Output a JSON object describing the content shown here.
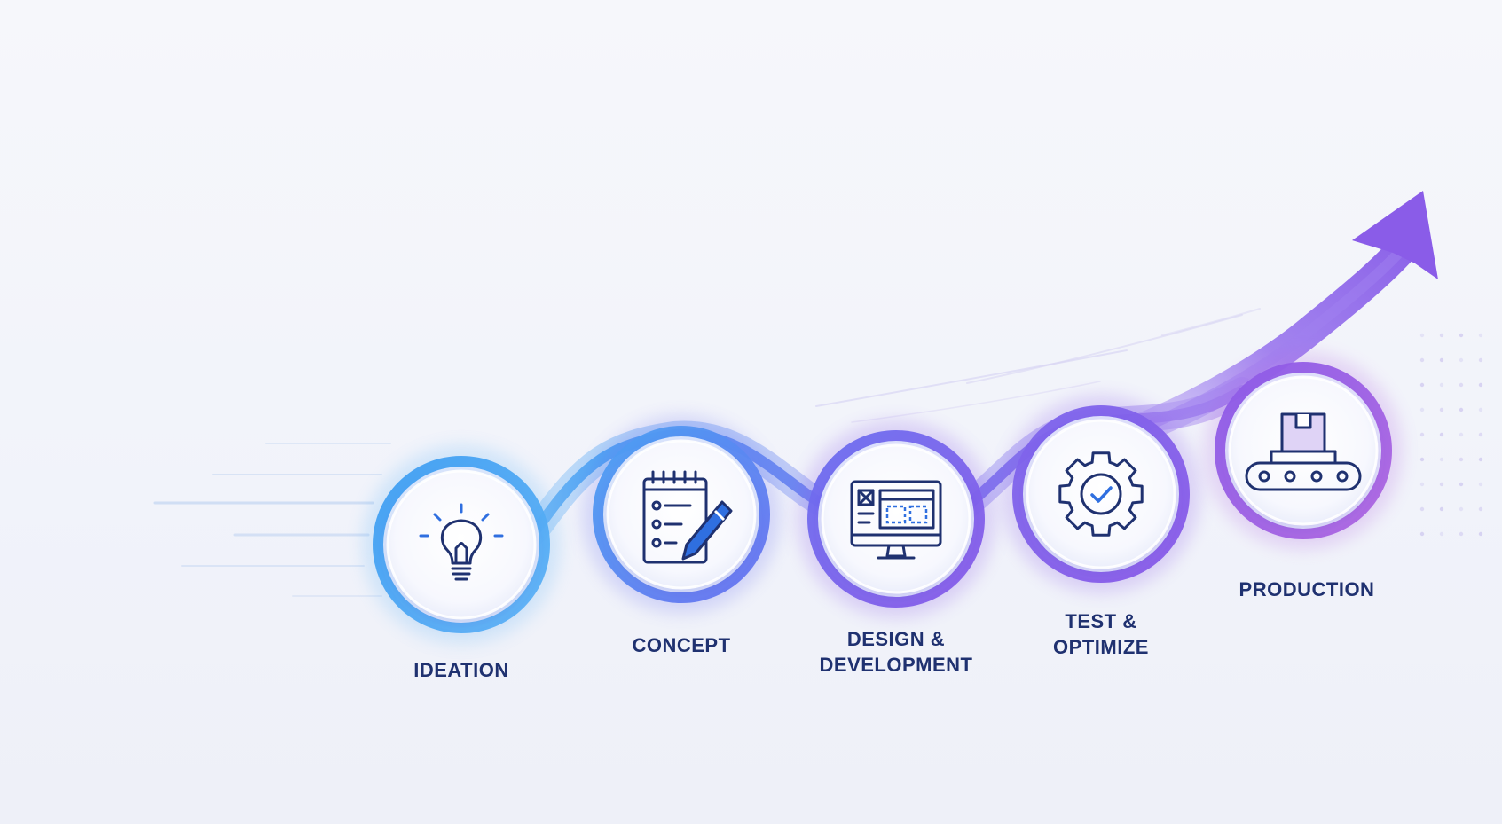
{
  "colors": {
    "blue": "#3d9df2",
    "indigo": "#6a6ff0",
    "purple": "#8a5ae8",
    "violet": "#b066e0",
    "label": "#1f3170",
    "icon": "#1f3170",
    "icon_accent": "#2f6fe0"
  },
  "stages": [
    {
      "id": "ideation",
      "icon": "lightbulb-icon",
      "label_lines": [
        "IDEATION"
      ]
    },
    {
      "id": "concept",
      "icon": "notepad-pencil-icon",
      "label_lines": [
        "CONCEPT"
      ]
    },
    {
      "id": "design",
      "icon": "monitor-layout-icon",
      "label_lines": [
        "DESIGN &",
        "DEVELOPMENT"
      ]
    },
    {
      "id": "test",
      "icon": "gear-check-icon",
      "label_lines": [
        "TEST &",
        "OPTIMIZE"
      ]
    },
    {
      "id": "production",
      "icon": "conveyor-box-icon",
      "label_lines": [
        "PRODUCTION"
      ]
    }
  ]
}
